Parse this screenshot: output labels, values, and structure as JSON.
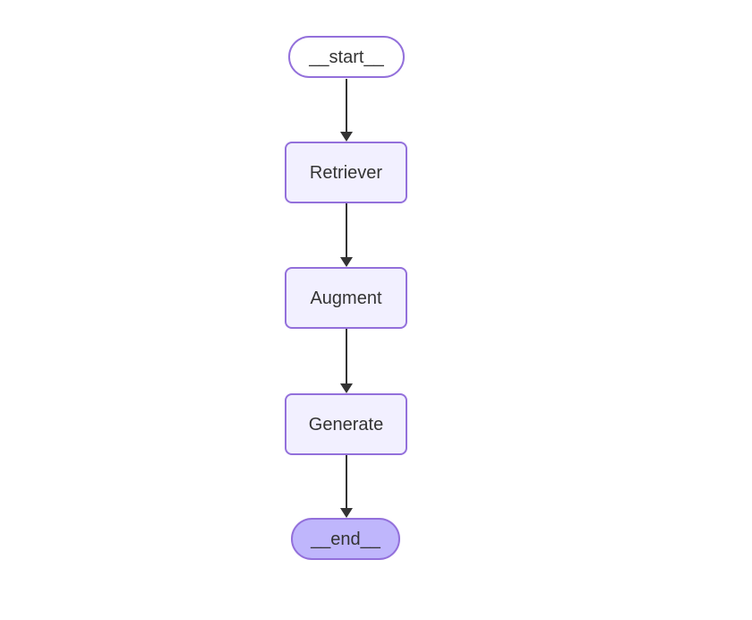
{
  "diagram": {
    "kind": "flowchart",
    "direction": "top-to-bottom",
    "nodes": [
      {
        "id": "start",
        "label": "__start__",
        "shape": "stadium",
        "fill": "#ffffff",
        "border": "#9370db"
      },
      {
        "id": "retriever",
        "label": "Retriever",
        "shape": "rounded-rect",
        "fill": "#f2f0ff",
        "border": "#9370db"
      },
      {
        "id": "augment",
        "label": "Augment",
        "shape": "rounded-rect",
        "fill": "#f2f0ff",
        "border": "#9370db"
      },
      {
        "id": "generate",
        "label": "Generate",
        "shape": "rounded-rect",
        "fill": "#f2f0ff",
        "border": "#9370db"
      },
      {
        "id": "end",
        "label": "__end__",
        "shape": "stadium",
        "fill": "#bfb6fc",
        "border": "#9370db"
      }
    ],
    "edges": [
      {
        "from": "start",
        "to": "retriever",
        "arrow": "solid-triangle"
      },
      {
        "from": "retriever",
        "to": "augment",
        "arrow": "solid-triangle"
      },
      {
        "from": "augment",
        "to": "generate",
        "arrow": "solid-triangle"
      },
      {
        "from": "generate",
        "to": "end",
        "arrow": "solid-triangle"
      }
    ],
    "colors": {
      "background": "#ffffff",
      "node_border": "#9370db",
      "default_node_fill": "#f2f0ff",
      "end_node_fill": "#bfb6fc",
      "edge_stroke": "#333333",
      "text": "#333333"
    }
  }
}
